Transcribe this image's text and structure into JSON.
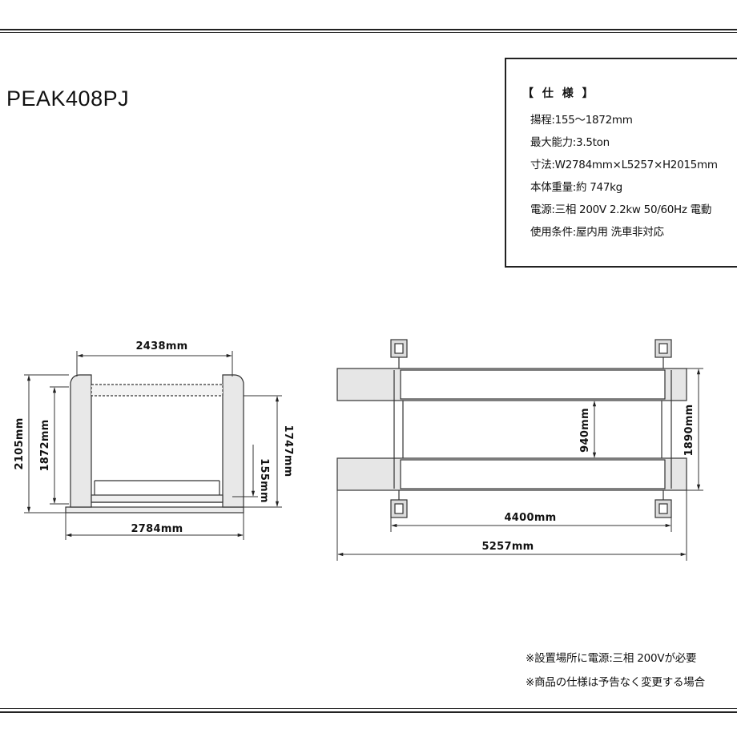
{
  "title": "PEAK408PJ",
  "spec": {
    "heading": "【 仕 様 】",
    "lines": [
      "揚程:155〜1872mm",
      "最大能力:3.5ton",
      "寸法:W2784mm×L5257×H2015mm",
      "本体重量:約 747kg",
      "電源:三相 200V 2.2kw 50/60Hz  電動",
      "使用条件:屋内用 洗車非対応"
    ]
  },
  "notes": [
    "※設置場所に電源:三相 200Vが必要",
    "※商品の仕様は予告なく変更する場合"
  ],
  "dimensions": {
    "front_top_width": "2438mm",
    "front_bottom_width": "2784mm",
    "front_height_total": "2105mm",
    "front_height_lift": "1872mm",
    "front_height_right": "1747mm",
    "front_min_height": "155mm",
    "side_runway_gap": "940mm",
    "side_runway_span": "1890mm",
    "side_post_spacing": "4400mm",
    "side_total_length": "5257mm"
  }
}
